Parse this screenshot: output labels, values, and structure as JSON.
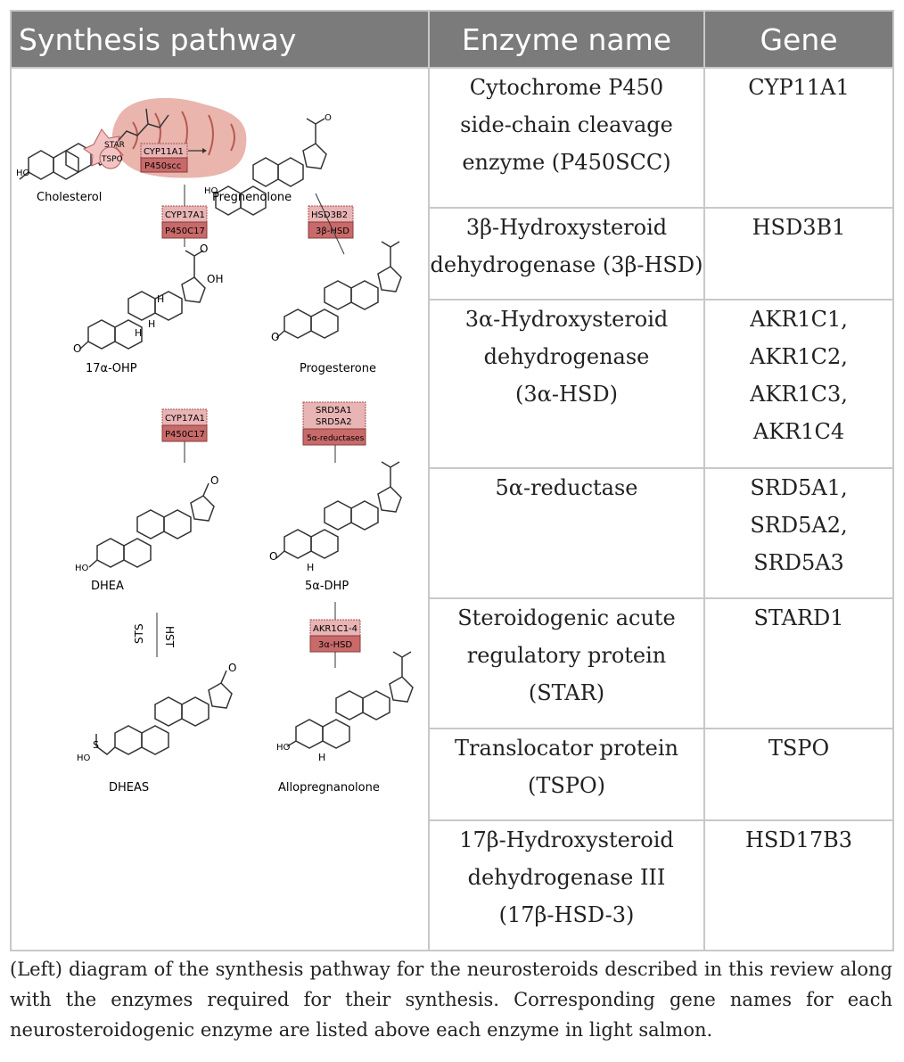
{
  "table": {
    "headers": [
      "Synthesis pathway",
      "Enzyme name",
      "Gene"
    ],
    "rows": [
      {
        "enzyme": [
          "Cytochrome P450",
          "side-chain cleavage",
          "enzyme (P450SCC)"
        ],
        "gene": [
          "CYP11A1"
        ]
      },
      {
        "enzyme": [
          "3β-Hydroxysteroid",
          "dehydrogenase (3β-HSD)"
        ],
        "gene": [
          "HSD3B1"
        ]
      },
      {
        "enzyme": [
          "3α-Hydroxysteroid",
          "dehydrogenase",
          "(3α-HSD)"
        ],
        "gene": [
          "AKR1C1,",
          "AKR1C2,",
          "AKR1C3,",
          "AKR1C4"
        ]
      },
      {
        "enzyme": [
          "5α-reductase"
        ],
        "gene": [
          "SRD5A1,",
          "SRD5A2,",
          "SRD5A3"
        ]
      },
      {
        "enzyme": [
          "Steroidogenic acute",
          "regulatory protein",
          "(STAR)"
        ],
        "gene": [
          "STARD1"
        ]
      },
      {
        "enzyme": [
          "Translocator protein",
          "(TSPO)"
        ],
        "gene": [
          "TSPO"
        ]
      },
      {
        "enzyme": [
          "17β-Hydroxysteroid",
          "dehydrogenase III",
          "(17β-HSD-3)"
        ],
        "gene": [
          "HSD17B3"
        ]
      }
    ]
  },
  "diagram": {
    "compounds": {
      "cholesterol": "Cholesterol",
      "pregnenolone": "Pregnenolone",
      "ohp": "17α-OHP",
      "progesterone": "Progesterone",
      "dhea": "DHEA",
      "dhp": "5α-DHP",
      "dheas": "DHEAS",
      "allopregnanolone": "Allopregnanolone"
    },
    "enzymes": {
      "star": "STAR",
      "tspo": "TSPO",
      "cyp11a1": "CYP11A1",
      "p450scc": "P450scc",
      "cyp17a1_a": "CYP17A1",
      "p450c17_a": "P450C17",
      "hsd3b2": "HSD3B2",
      "hsd3b": "3β-HSD",
      "cyp17a1_b": "CYP17A1",
      "p450c17_b": "P450C17",
      "srd5a1": "SRD5A1",
      "srd5a2": "SRD5A2",
      "reductases": "5α-reductases",
      "akr1c": "AKR1C1-4",
      "hsd3a": "3α-HSD",
      "sts": "STS",
      "hst": "HST"
    },
    "atoms": {
      "ho": "HO",
      "oh": "OH",
      "o": "O",
      "h": "H",
      "s": "S"
    },
    "colors": {
      "gene_box": "#e8b4b4",
      "enzyme_box": "#c86a6a",
      "mito": "#e39c92"
    }
  },
  "caption": "(Left) diagram of the synthesis pathway for the neurosteroids described in this review along with the enzymes required for their synthesis. Corresponding gene names for each neurosteroidogenic enzyme are listed above each enzyme in light salmon."
}
